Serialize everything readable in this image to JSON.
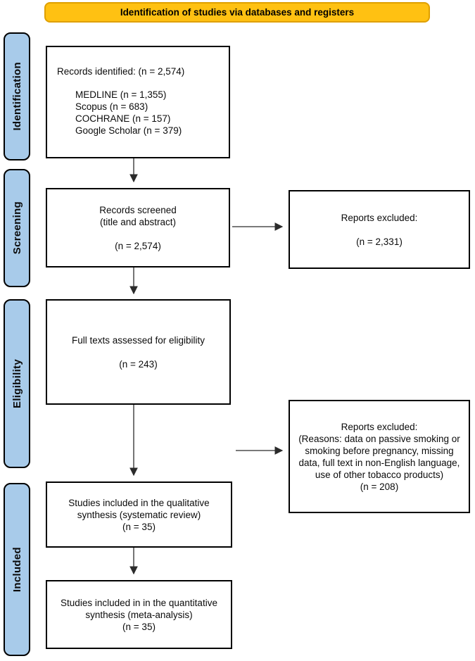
{
  "theme": {
    "banner_bg": "#FFC112",
    "banner_border": "#DFA000",
    "sidebar_bg": "#A8CBEA",
    "sidebar_border": "#000000",
    "box_bg": "#FFFFFF",
    "box_border": "#000000",
    "arrow_color": "#2B2B2B"
  },
  "banner": {
    "label": "Identification of studies via databases and registers"
  },
  "sidebar": {
    "items": [
      {
        "label": "Identification"
      },
      {
        "label": "Screening"
      },
      {
        "label": "Eligibility"
      },
      {
        "label": "Included"
      }
    ]
  },
  "boxes": {
    "records_identified": {
      "title": "Records identified: (n = 2,574)",
      "sources": [
        "MEDLINE (n = 1,355)",
        "Scopus (n = 683)",
        "COCHRANE (n = 157)",
        "Google Scholar (n = 379)"
      ]
    },
    "records_screened": {
      "lines": [
        "Records screened",
        "(title and abstract)",
        "",
        "(n = 2,574)"
      ]
    },
    "reports_excluded_screening": {
      "lines": [
        "Reports excluded:",
        "",
        "(n = 2,331)"
      ]
    },
    "full_texts_assessed": {
      "lines": [
        "Full texts assessed for eligibility",
        "",
        "(n = 243)"
      ]
    },
    "reports_excluded_eligibility": {
      "lines": [
        "Reports excluded:",
        "(Reasons: data on passive smoking or smoking before pregnancy, missing data, full text in non-English language, use of other tobacco products)",
        "(n = 208)"
      ]
    },
    "qualitative_synthesis": {
      "lines": [
        "Studies included in the qualitative synthesis (systematic review)",
        "(n = 35)"
      ]
    },
    "quantitative_synthesis": {
      "lines": [
        "Studies included in in the quantitative synthesis (meta-analysis)",
        "(n = 35)"
      ]
    }
  }
}
